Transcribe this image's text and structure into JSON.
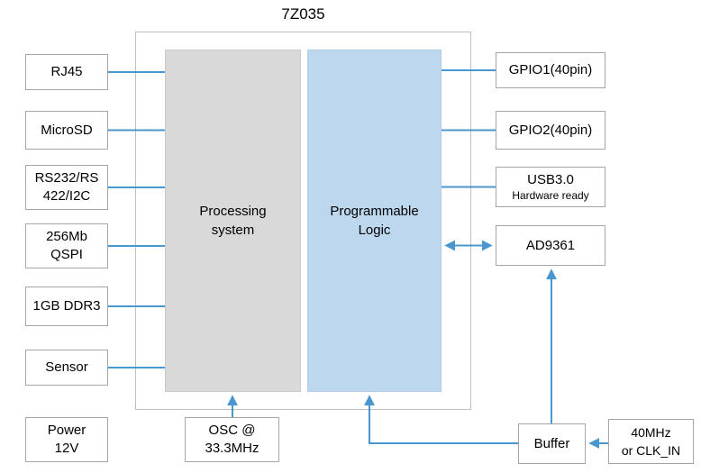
{
  "title": "7Z035",
  "blocks": {
    "processing_system": "Processing\nsystem",
    "programmable_logic": "Programmable\nLogic"
  },
  "left_nodes": [
    {
      "label": "RJ45"
    },
    {
      "label": "MicroSD"
    },
    {
      "label": "RS232/RS\n422/I2C"
    },
    {
      "label": "256Mb\nQSPI"
    },
    {
      "label": "1GB DDR3"
    },
    {
      "label": "Sensor"
    },
    {
      "label": "Power\n12V"
    }
  ],
  "right_nodes": [
    {
      "label": "GPIO1(40pin)"
    },
    {
      "label": "GPIO2(40pin)"
    },
    {
      "label": "USB3.0",
      "sublabel": "Hardware ready"
    },
    {
      "label": "AD9361"
    }
  ],
  "bottom_nodes": [
    {
      "label": "OSC @\n33.3MHz"
    },
    {
      "label": "Buffer"
    },
    {
      "label": "40MHz\nor CLK_IN"
    }
  ],
  "colors": {
    "accent": "#4a96cf",
    "ps_fill": "#d9d9d9",
    "ps_border": "#c9c9c9",
    "pl_fill": "#bdd7ee",
    "pl_border": "#aecde8",
    "node_border": "#a6a6a6",
    "chip_border": "#bfbfbf",
    "text": "#000000"
  }
}
